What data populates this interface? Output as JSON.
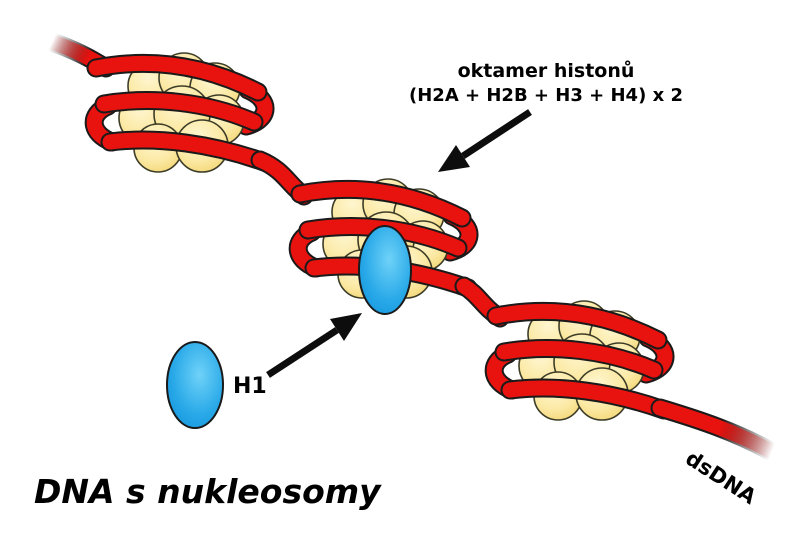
{
  "diagram": {
    "title": "DNA s nukleosomy",
    "labels": {
      "octamer_line1": "oktamer histonů",
      "octamer_line2": "(H2A + H2B + H3 + H4) x 2",
      "h1": "H1",
      "dsdna": "dsDNA"
    },
    "entities": {
      "nucleosome_count": 3,
      "h1_histone": "H1 linker histone (blue ellipse)",
      "octamer": "histone octamer (yellow spheres)",
      "strand": "double-stranded DNA (red ribbon)"
    },
    "colors": {
      "dna_red": "#e8120f",
      "outline_black": "#1a1a1a",
      "histone_yellow_light": "#fef6d0",
      "histone_yellow": "#fbe9a4",
      "histone_yellow_edge": "#f0cf63",
      "h1_blue_light": "#6fd2f8",
      "h1_blue": "#29a9e8",
      "h1_blue_dark": "#0c8fd9",
      "arrow_black": "#0d0d0d",
      "text_black": "#000000",
      "background": "#ffffff"
    }
  }
}
